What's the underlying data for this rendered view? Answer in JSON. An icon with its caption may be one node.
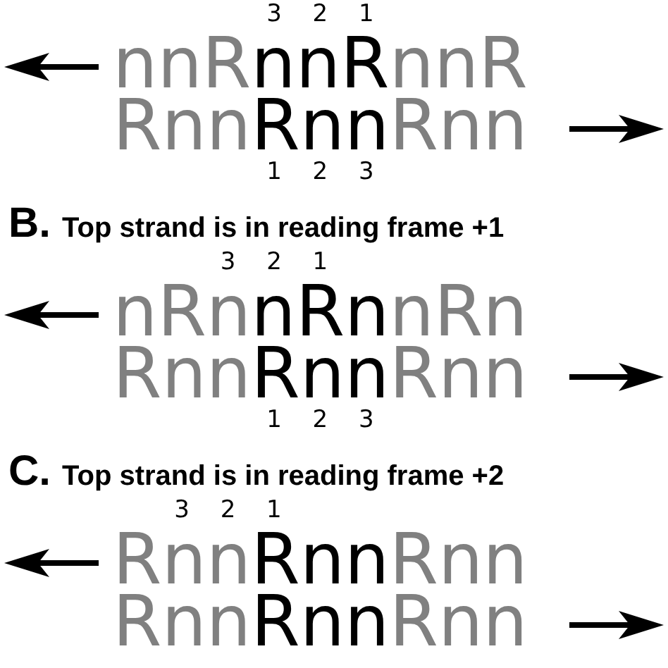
{
  "diagram": {
    "labels": [
      "3 2 1",
      "nnRnnRnnR",
      "RnnRnnRnn",
      "1 2 3",
      "B.",
      "Top strand is in reading frame +1",
      "3 2 1",
      "nRnnRnnRn",
      "RnnRnnRnn",
      "1 2 3",
      "C.",
      "Top strand is in reading frame +2",
      "3 2 1",
      "RnnRnnRnn",
      "RnnRnnRnn"
    ]
  }
}
